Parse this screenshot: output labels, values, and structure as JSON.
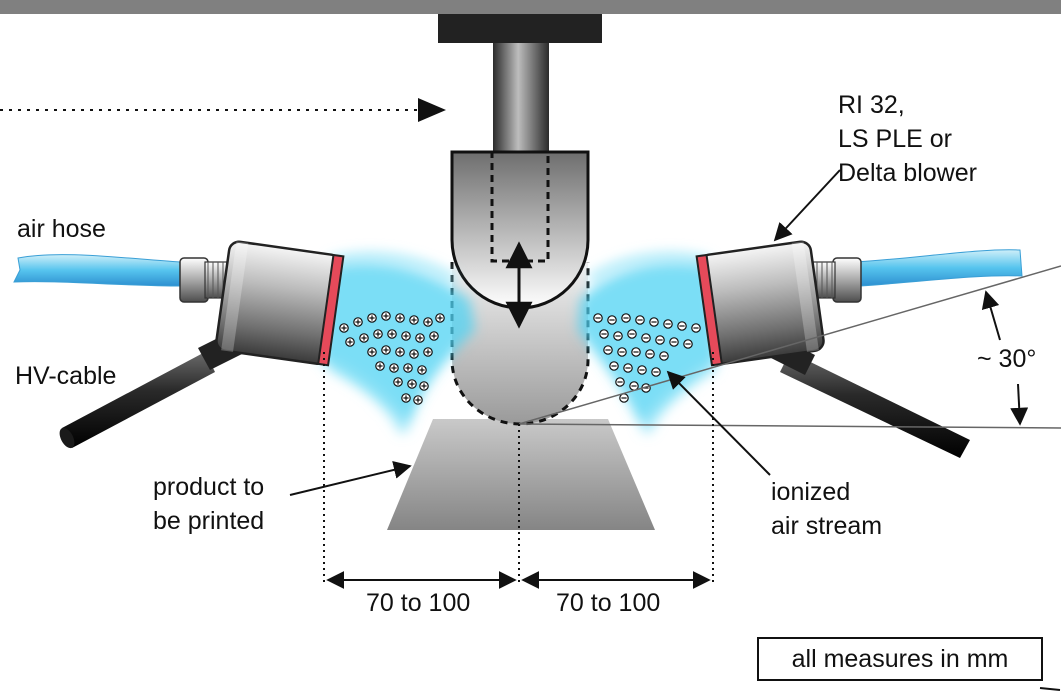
{
  "colors": {
    "frame": "#808080",
    "air_stream": "#4fd3f3",
    "ring": "#e64a5a",
    "product": "#8c8c8c"
  },
  "labels": {
    "blower": [
      "RI 32,",
      "LS PLE or",
      "Delta blower"
    ],
    "air_hose": "air hose",
    "hv_cable": "HV-cable",
    "product": [
      "product to",
      "be printed"
    ],
    "ionized": [
      "ionized",
      "air stream"
    ],
    "angle": "~ 30°",
    "dim_left": "70 to 100",
    "dim_right": "70 to 100",
    "measures": "all measures in mm"
  }
}
